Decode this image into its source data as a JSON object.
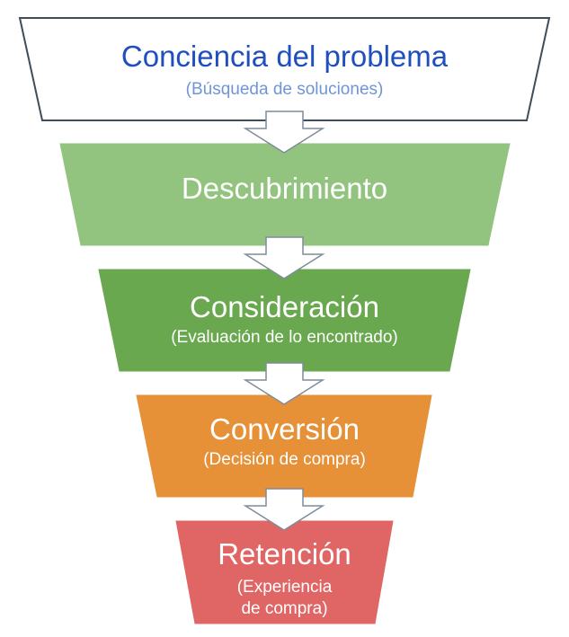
{
  "stages": [
    {
      "id": "conciencia",
      "title": "Conciencia del problema",
      "subtitle": "(Búsqueda de soluciones)",
      "fill": "#ffffff",
      "stroke": "#3f4d5a",
      "title_color": "#1f4fbf",
      "subtitle_color": "#6f95d8"
    },
    {
      "id": "descubrimiento",
      "title": "Descubrimiento",
      "subtitle": "",
      "fill": "#92c47f",
      "stroke": "#92c47f",
      "title_color": "#ffffff",
      "subtitle_color": "#ffffff"
    },
    {
      "id": "consideracion",
      "title": "Consideración",
      "subtitle": "(Evaluación de lo encontrado)",
      "fill": "#6aa84f",
      "stroke": "#6aa84f",
      "title_color": "#ffffff",
      "subtitle_color": "#ffffff"
    },
    {
      "id": "conversion",
      "title": "Conversión",
      "subtitle": "(Decisión de compra)",
      "fill": "#e69138",
      "stroke": "#e69138",
      "title_color": "#ffffff",
      "subtitle_color": "#ffffff"
    },
    {
      "id": "retencion",
      "title": "Retención",
      "subtitle_lines": [
        "(Experiencia",
        "de compra)"
      ],
      "fill": "#e06666",
      "stroke": "#e06666",
      "title_color": "#ffffff",
      "subtitle_color": "#ffffff"
    }
  ],
  "arrow_colors": {
    "fill": "#ffffff",
    "stroke": "#7f8c99"
  }
}
